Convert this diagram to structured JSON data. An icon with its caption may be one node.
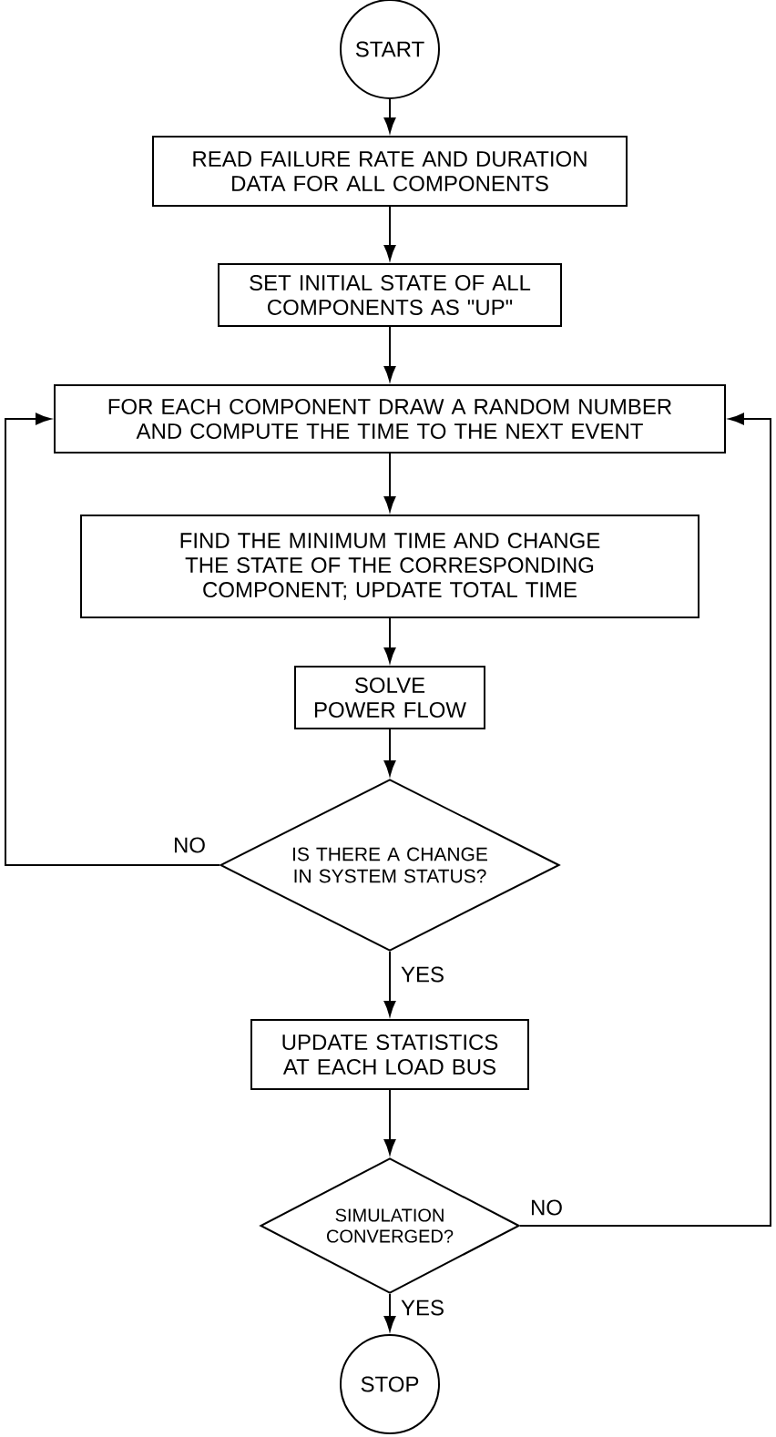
{
  "diagram": {
    "nodes": [
      {
        "text": [
          "START"
        ]
      },
      {
        "text": [
          "READ FAILURE RATE AND DURATION DATA FOR ALL COMPONENTS"
        ]
      },
      {
        "text": [
          "SET INITIAL STATE OF ALL COMPONENTS AS \"UP\""
        ]
      },
      {
        "text": [
          "FOR EACH COMPONENT DRAW A RANDOM NUMBER AND COMPUTE THE TIME TO THE NEXT EVENT"
        ]
      },
      {
        "text": [
          "FIND THE MINIMUM TIME AND CHANGE THE STATE OF THE CORRESPONDING COMPONENT; UPDATE TOTAL TIME"
        ]
      },
      {
        "text": [
          "SOLVE POWER FLOW"
        ]
      },
      {
        "text": [
          "IS THERE A CHANGE IN SYSTEM STATUS?"
        ]
      },
      {
        "text": [
          "UPDATE STATISTICS AT EACH LOAD BUS"
        ]
      },
      {
        "text": [
          "SIMULATION CONVERGED?"
        ]
      },
      {
        "text": [
          "STOP"
        ]
      }
    ],
    "edges": [
      {
        "from": 0,
        "to": 1,
        "arrow": "to"
      },
      {
        "from": 1,
        "to": 2,
        "arrow": "to"
      },
      {
        "from": 2,
        "to": 3,
        "arrow": "to"
      },
      {
        "from": 3,
        "to": 4,
        "arrow": "to"
      },
      {
        "from": 4,
        "to": 5,
        "arrow": "to"
      },
      {
        "from": 5,
        "to": 6,
        "arrow": "to"
      },
      {
        "from": 6,
        "to": 3,
        "arrow": "to",
        "label": "NO"
      },
      {
        "from": 6,
        "to": 7,
        "arrow": "to",
        "label": "YES"
      },
      {
        "from": 7,
        "to": 8,
        "arrow": "to"
      },
      {
        "from": 8,
        "to": 3,
        "arrow": "to",
        "label": "NO"
      },
      {
        "from": 8,
        "to": 9,
        "arrow": "to",
        "label": "YES"
      }
    ]
  }
}
